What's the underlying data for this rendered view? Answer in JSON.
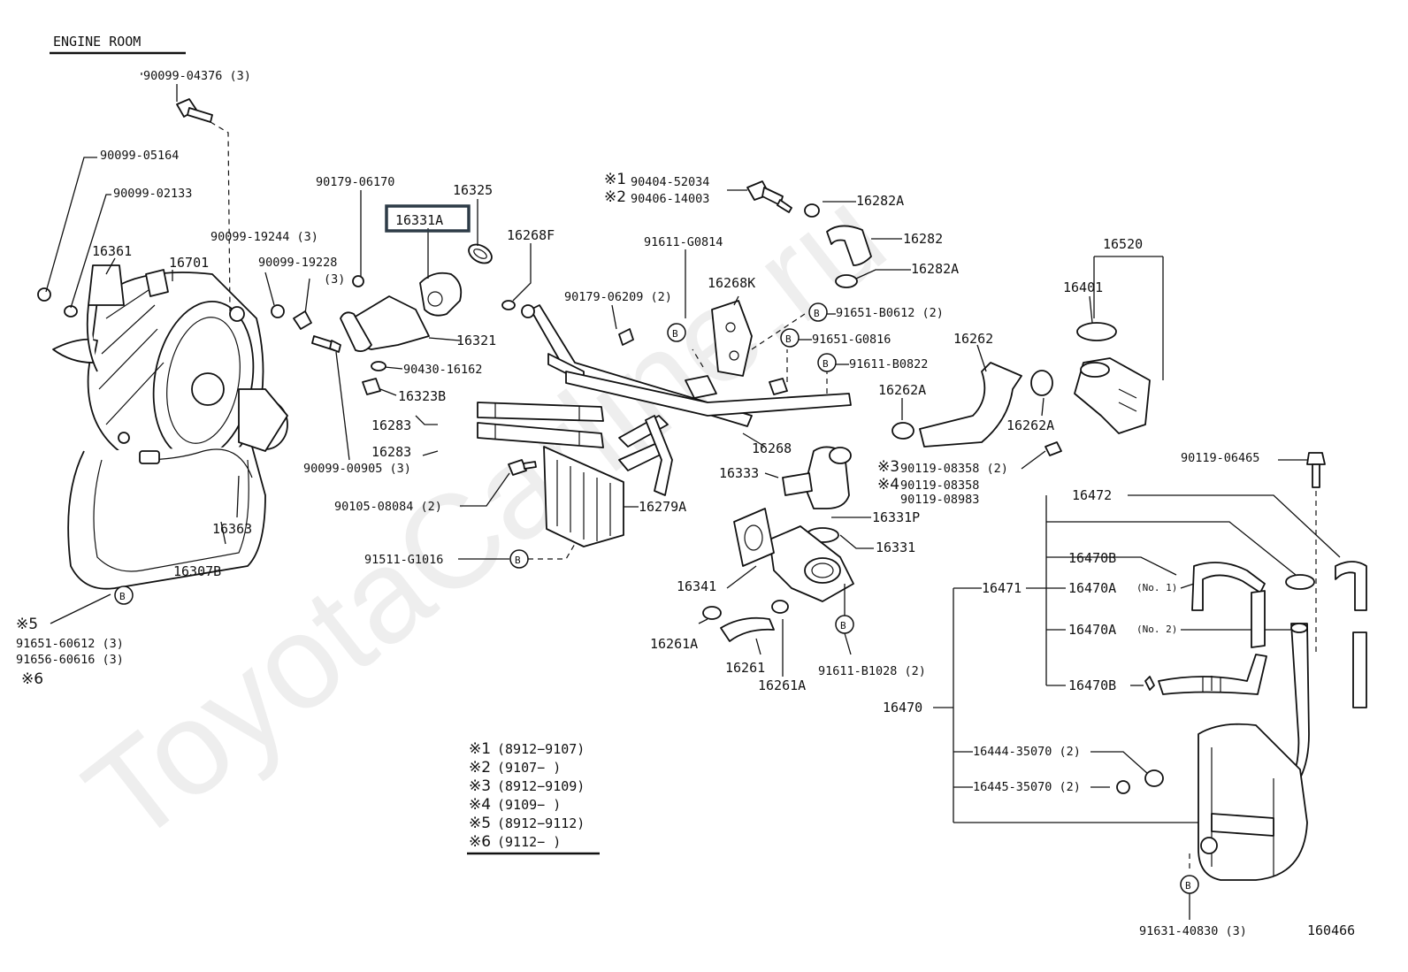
{
  "title": "ENGINE ROOM",
  "figure_id": "160466",
  "watermark": "ToyotaCarline.ru",
  "highlight_color": "#2d3b47",
  "labels": {
    "p90099_04376": "90099-04376 (3)",
    "p90099_05164": "90099-05164",
    "p90099_02133": "90099-02133",
    "p16361": "16361",
    "p16701": "16701",
    "p90099_19244": "90099-19244 (3)",
    "p90099_19228": "90099-19228",
    "p90099_19228_q": "(3)",
    "p16363": "16363",
    "p16307B": "16307B",
    "p91651_60612": "91651-60612 (3)",
    "p91656_60616": "91656-60616 (3)",
    "p90179_06170": "90179-06170",
    "p16331A": "16331A",
    "p16325": "16325",
    "p16268F": "16268F",
    "p16321": "16321",
    "p90430_16162": "90430-16162",
    "p16323B": "16323B",
    "p16283a": "16283",
    "p16283b": "16283",
    "p90099_00905": "90099-00905 (3)",
    "p90105_08084": "90105-08084 (2)",
    "p16279A": "16279A",
    "p91511_G1016": "91511-G1016",
    "p90404_52034": "90404-52034",
    "p90406_14003": "90406-14003",
    "p16282A_top": "16282A",
    "p16282": "16282",
    "p16282A_bot": "16282A",
    "p91611_G0814": "91611-G0814",
    "p90179_06209": "90179-06209 (2)",
    "p16268K": "16268K",
    "p91651_B0612": "91651-B0612 (2)",
    "p91651_G0816": "91651-G0816",
    "p91611_B0822": "91611-B0822",
    "p16268": "16268",
    "p16333": "16333",
    "p16262": "16262",
    "p16262A_top": "16262A",
    "p16262A_bot": "16262A",
    "p16520": "16520",
    "p16401": "16401",
    "p90119_08358_a": "90119-08358 (2)",
    "p90119_08358_b": "90119-08358",
    "p90119_08983": "90119-08983",
    "p16331P": "16331P",
    "p16331": "16331",
    "p16341": "16341",
    "p16261A_left": "16261A",
    "p16261": "16261",
    "p16261A_mid": "16261A",
    "p91611_B1028": "91611-B1028 (2)",
    "p90119_06465": "90119-06465",
    "p16472": "16472",
    "p16470B_top": "16470B",
    "p16471": "16471",
    "p16470A_1": "16470A",
    "p16470A_1_no": "(No. 1)",
    "p16470A_2": "16470A",
    "p16470A_2_no": "(No. 2)",
    "p16470B_bot": "16470B",
    "p16470": "16470",
    "p16444_35070": "16444-35070 (2)",
    "p16445_35070": "16445-35070 (2)",
    "p91631_40830": "91631-40830 (3)"
  },
  "marks": {
    "m1": "※1",
    "m2": "※2",
    "m3": "※3",
    "m4": "※4",
    "m5": "※5",
    "m6": "※6",
    "ref_b": "B"
  },
  "legend": [
    {
      "mark": "※1",
      "range": "(8912−9107)"
    },
    {
      "mark": "※2",
      "range": "(9107−     )"
    },
    {
      "mark": "※3",
      "range": "(8912−9109)"
    },
    {
      "mark": "※4",
      "range": "(9109−     )"
    },
    {
      "mark": "※5",
      "range": "(8912−9112)"
    },
    {
      "mark": "※6",
      "range": "(9112−     )"
    }
  ]
}
